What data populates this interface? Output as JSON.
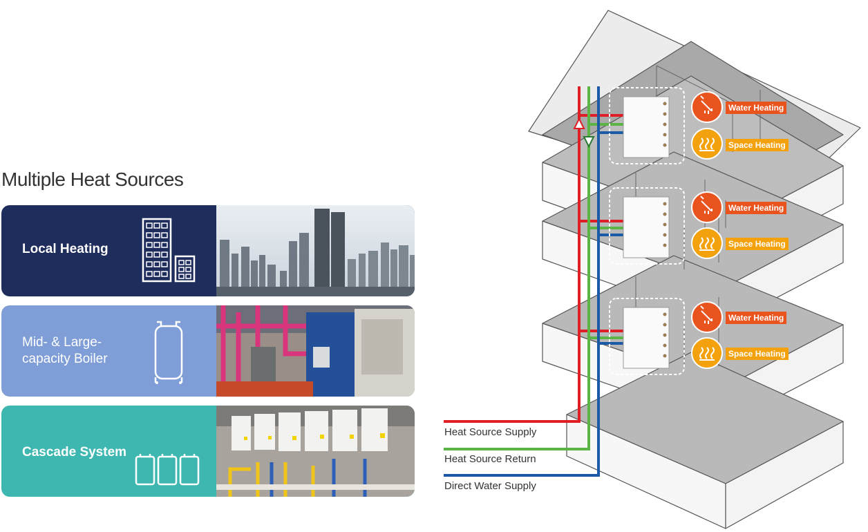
{
  "title": "Multiple Heat Sources",
  "cards": [
    {
      "label": "Local Heating",
      "color": "#1f2d5c",
      "icon": "buildings-icon",
      "photo": "city-skyline-photo"
    },
    {
      "label": "Mid- & Large-\ncapacity Boiler",
      "color": "#7f9dd6",
      "icon": "boiler-icon",
      "photo": "boiler-room-photo"
    },
    {
      "label": "Cascade System",
      "color": "#3fb7b1",
      "icon": "cascade-units-icon",
      "photo": "cascade-boilers-photo"
    }
  ],
  "legend": {
    "supply": "Heat Source Supply",
    "return": "Heat Source Return",
    "direct": "Direct Water Supply"
  },
  "colors": {
    "supply": "#e01e26",
    "return": "#5bb443",
    "direct": "#1a5aa6",
    "water": "#e8531e",
    "space": "#f3a10c"
  },
  "floors": [
    {
      "water_label": "Water Heating",
      "space_label": "Space Heating"
    },
    {
      "water_label": "Water Heating",
      "space_label": "Space Heating"
    },
    {
      "water_label": "Water Heating",
      "space_label": "Space Heating"
    }
  ]
}
